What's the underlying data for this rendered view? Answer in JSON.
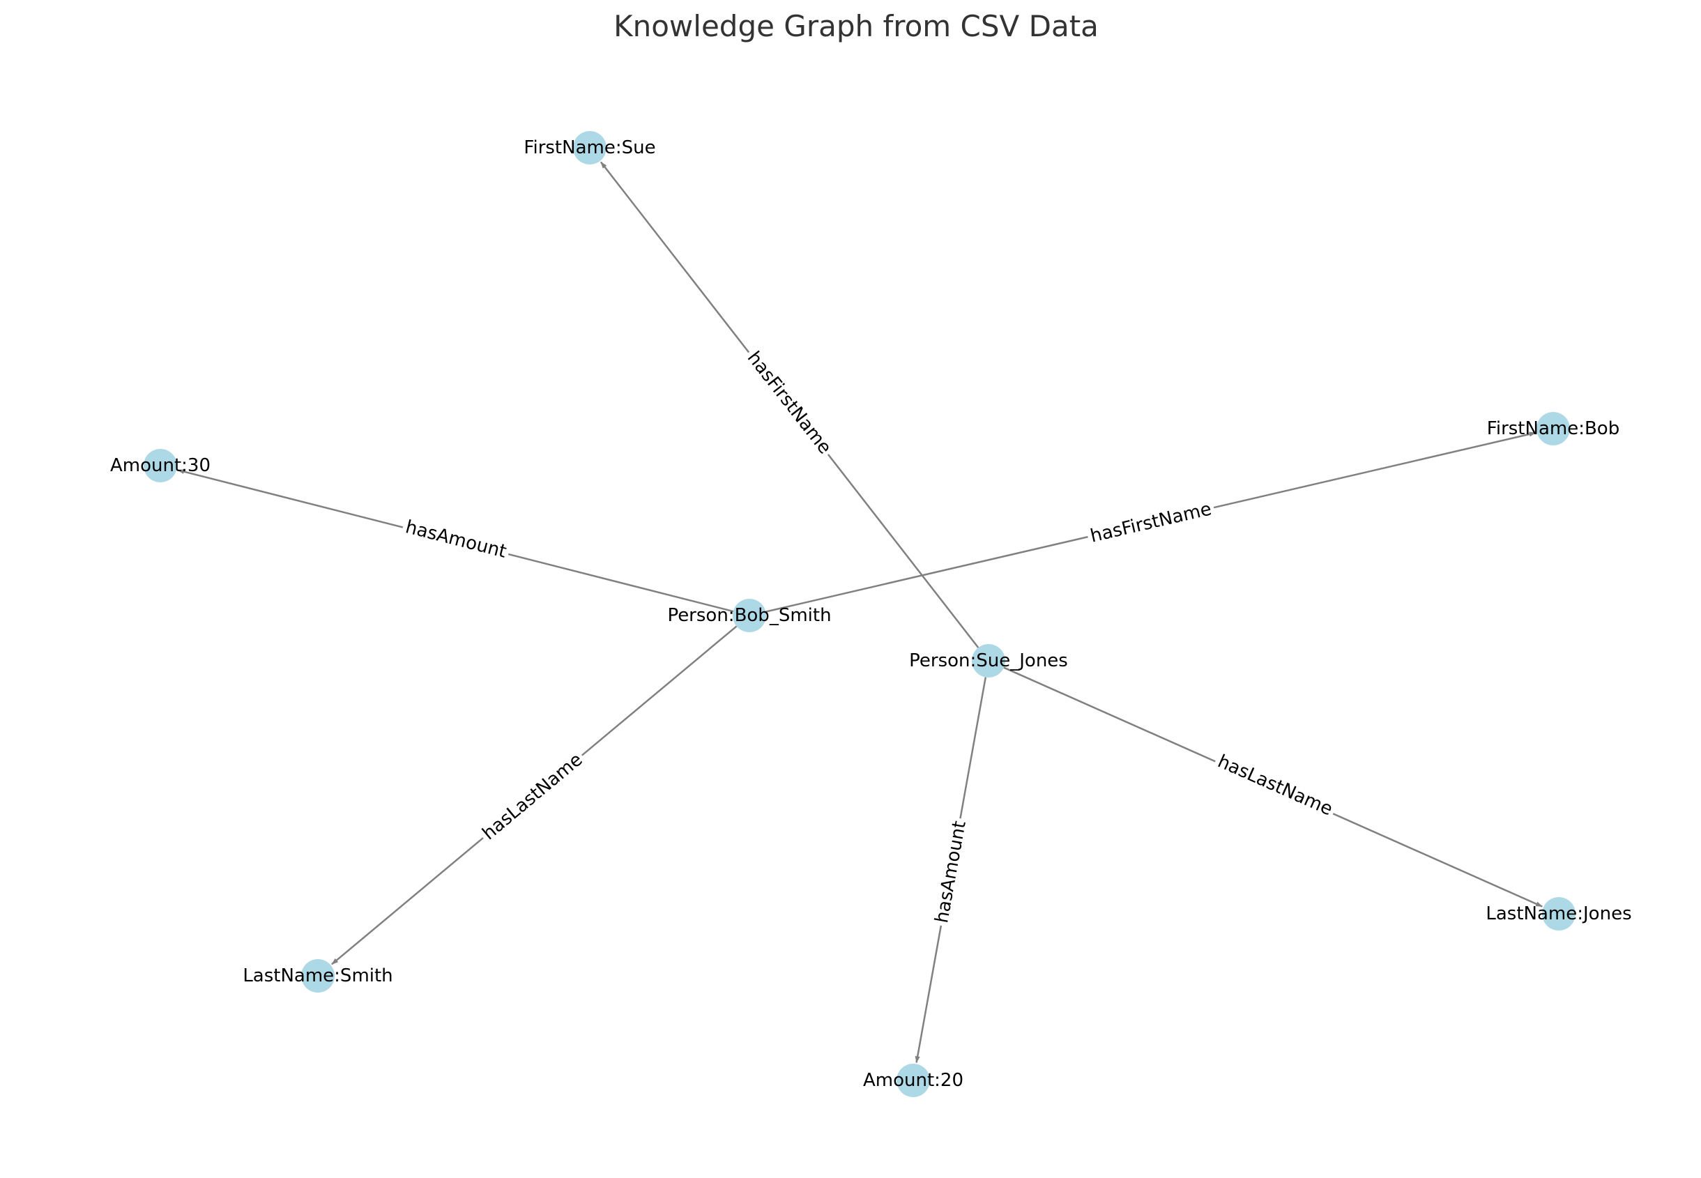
{
  "title": "Knowledge Graph from CSV Data",
  "colors": {
    "node_fill": "#add8e6",
    "edge_stroke": "#808080",
    "label_text": "#000000",
    "title_text": "#333333",
    "background": "#ffffff"
  },
  "nodes": [
    {
      "id": "FirstName:Sue",
      "label": "FirstName:Sue"
    },
    {
      "id": "FirstName:Bob",
      "label": "FirstName:Bob"
    },
    {
      "id": "Amount:30",
      "label": "Amount:30"
    },
    {
      "id": "Person:Bob_Smith",
      "label": "Person:Bob_Smith"
    },
    {
      "id": "Person:Sue_Jones",
      "label": "Person:Sue_Jones"
    },
    {
      "id": "LastName:Smith",
      "label": "LastName:Smith"
    },
    {
      "id": "LastName:Jones",
      "label": "LastName:Jones"
    },
    {
      "id": "Amount:20",
      "label": "Amount:20"
    }
  ],
  "edges": [
    {
      "source": "Person:Sue_Jones",
      "target": "FirstName:Sue",
      "label": "hasFirstName"
    },
    {
      "source": "Person:Bob_Smith",
      "target": "FirstName:Bob",
      "label": "hasFirstName"
    },
    {
      "source": "Person:Bob_Smith",
      "target": "Amount:30",
      "label": "hasAmount"
    },
    {
      "source": "Person:Bob_Smith",
      "target": "LastName:Smith",
      "label": "hasLastName"
    },
    {
      "source": "Person:Sue_Jones",
      "target": "LastName:Jones",
      "label": "hasLastName"
    },
    {
      "source": "Person:Sue_Jones",
      "target": "Amount:20",
      "label": "hasAmount"
    }
  ]
}
